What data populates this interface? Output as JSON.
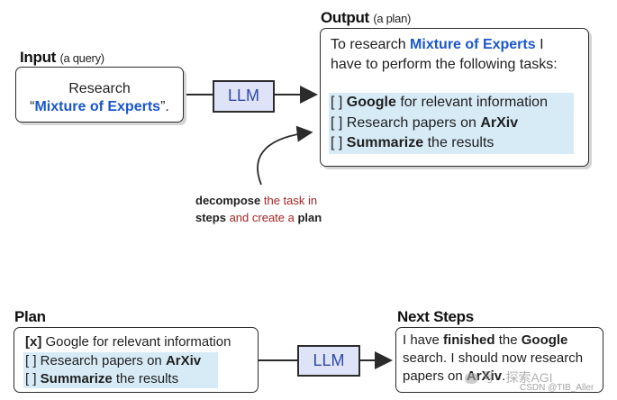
{
  "top": {
    "input": {
      "heading": "Input",
      "heading_sub": "(a query)",
      "text_line1": "Research",
      "text_open_quote": "“",
      "text_highlight": "Mixture of Experts",
      "text_close": "”."
    },
    "llm_label": "LLM",
    "output": {
      "heading": "Output",
      "heading_sub": "(a plan)",
      "intro_prefix": "To research ",
      "intro_highlight": "Mixture of Experts",
      "intro_suffix": " I",
      "intro_line2": "have to perform the following tasks:",
      "tasks": [
        {
          "checkbox": "[ ] ",
          "bold": "Google",
          "rest": " for relevant information"
        },
        {
          "checkbox": "[ ] ",
          "plain": "Research papers on ",
          "bold": "ArXiv"
        },
        {
          "checkbox": "[ ] ",
          "bold": "Summarize",
          "rest": " the results"
        }
      ]
    },
    "annotation": {
      "part1": "decompose",
      "part2": " the task in",
      "part3": "steps",
      "part4": " and create a ",
      "part5": "plan"
    }
  },
  "bottom": {
    "plan": {
      "heading": "Plan",
      "items": [
        {
          "checkbox": "[x]",
          "text": " Google for relevant information"
        },
        {
          "checkbox": "[ ]",
          "plain": " Research papers on ",
          "bold": "ArXiv"
        },
        {
          "checkbox": "[ ] ",
          "bold": "Summarize",
          "rest": " the results"
        }
      ]
    },
    "llm_label": "LLM",
    "next_steps": {
      "heading": "Next Steps",
      "l1_prefix": "I have ",
      "l1_bold1": "finished",
      "l1_mid": " the ",
      "l1_bold2": "Google",
      "l2": "search. I should now research",
      "l3_prefix": "papers on ",
      "l3_bold": "ArXiv",
      "l3_suffix": "."
    },
    "watermark": {
      "line1": "号 · 探索AGI",
      "line2": "CSDN @TIB_Aller"
    }
  },
  "colors": {
    "accent_blue": "#1a57c9",
    "llm_fill": "#dfe3f7",
    "highlight": "#d7ebf6",
    "annotation_red": "#a82323"
  }
}
